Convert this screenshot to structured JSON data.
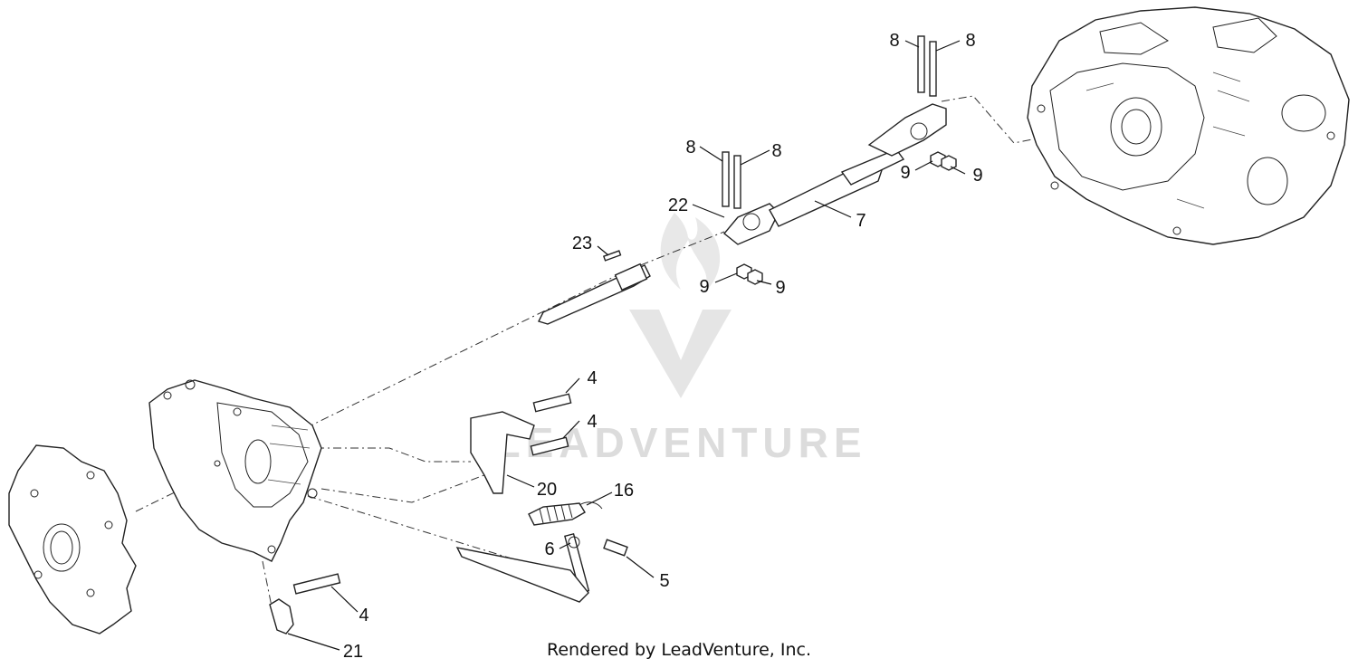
{
  "callouts": [
    {
      "id": "c8a",
      "text": "8"
    },
    {
      "id": "c8b",
      "text": "8"
    },
    {
      "id": "c8c",
      "text": "8"
    },
    {
      "id": "c8d",
      "text": "8"
    },
    {
      "id": "c9a",
      "text": "9"
    },
    {
      "id": "c9b",
      "text": "9"
    },
    {
      "id": "c9c",
      "text": "9"
    },
    {
      "id": "c9d",
      "text": "9"
    },
    {
      "id": "c22",
      "text": "22"
    },
    {
      "id": "c7",
      "text": "7"
    },
    {
      "id": "c23",
      "text": "23"
    },
    {
      "id": "c4a",
      "text": "4"
    },
    {
      "id": "c4b",
      "text": "4"
    },
    {
      "id": "c20",
      "text": "20"
    },
    {
      "id": "c16",
      "text": "16"
    },
    {
      "id": "c6",
      "text": "6"
    },
    {
      "id": "c5",
      "text": "5"
    },
    {
      "id": "c4c",
      "text": "4"
    },
    {
      "id": "c21",
      "text": "21"
    }
  ],
  "watermark": {
    "text": "LEADVENTURE"
  },
  "footer": {
    "credit": "Rendered by LeadVenture, Inc."
  }
}
